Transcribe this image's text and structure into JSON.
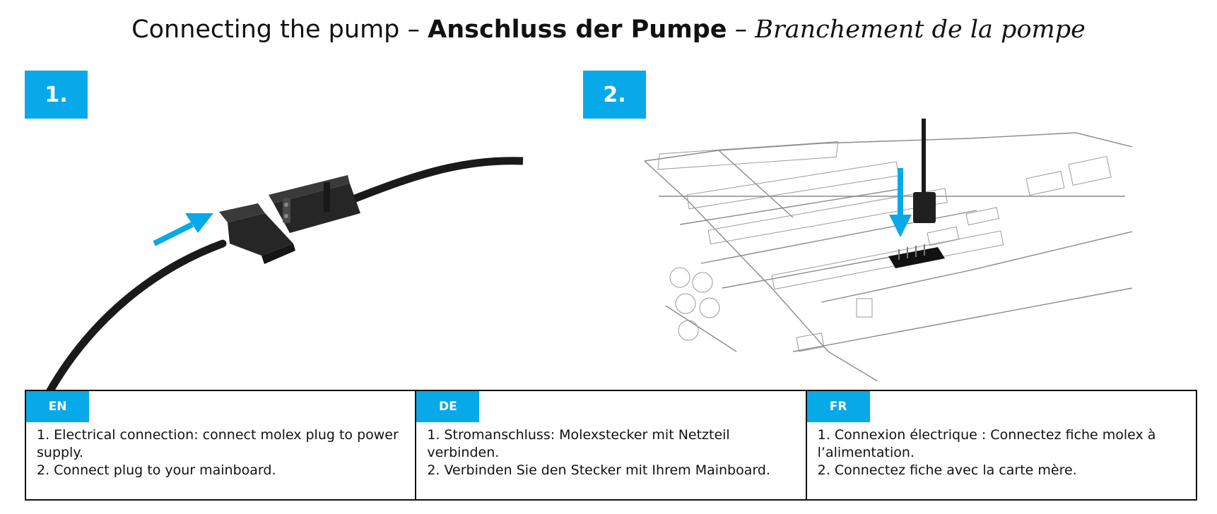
{
  "title": {
    "en": "Connecting the pump – ",
    "de": "Anschluss der Pumpe",
    "sep": " – ",
    "fr": "Branchement de la pompe"
  },
  "steps": [
    {
      "number": "1."
    },
    {
      "number": "2."
    }
  ],
  "instructions": [
    {
      "lang": "EN",
      "lines": [
        "1. Electrical connection: connect molex plug to power supply.",
        "2. Connect plug to your mainboard."
      ]
    },
    {
      "lang": "DE",
      "lines": [
        "1. Stromanschluss: Molexstecker mit Netzteil verbinden.",
        "2. Verbinden Sie den Stecker mit Ihrem Mainboard."
      ]
    },
    {
      "lang": "FR",
      "lines": [
        "1. Connexion électrique : Connectez fiche molex à l’alimentation.",
        "2. Connectez fiche avec la carte mère."
      ]
    }
  ],
  "colors": {
    "accent": "#08a9e8",
    "cable": "#1a1a1a",
    "line_art": "#555555"
  }
}
